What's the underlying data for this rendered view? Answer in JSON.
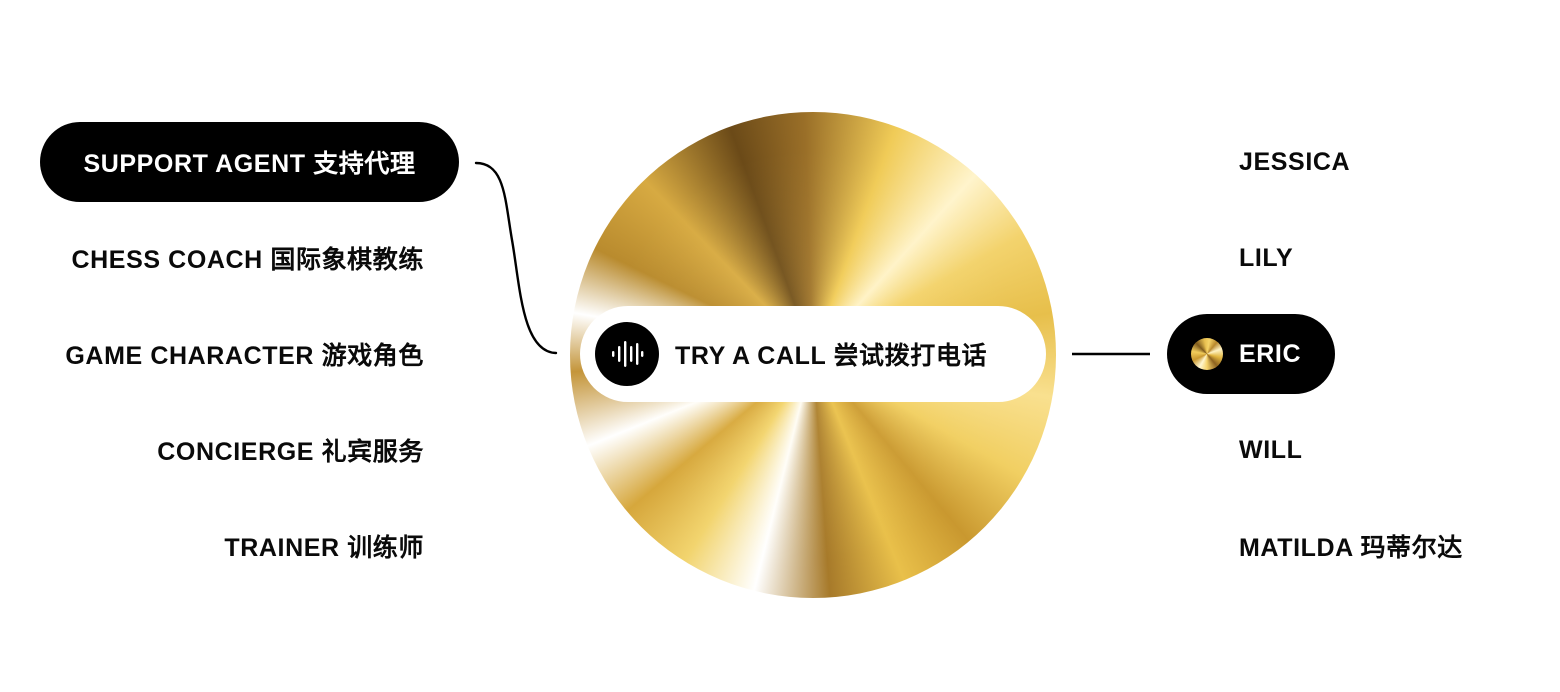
{
  "use_cases": {
    "items": [
      {
        "label": "SUPPORT AGENT 支持代理",
        "active": true
      },
      {
        "label": "CHESS COACH 国际象棋教练",
        "active": false
      },
      {
        "label": "GAME CHARACTER 游戏角色",
        "active": false
      },
      {
        "label": "CONCIERGE 礼宾服务",
        "active": false
      },
      {
        "label": "TRAINER 训练师",
        "active": false
      }
    ],
    "selected": "SUPPORT AGENT 支持代理"
  },
  "center": {
    "cta_label": "TRY A CALL 尝试拨打电话",
    "cta_icon": "sound-wave-icon",
    "disc_colors": [
      "#6b4a18",
      "#9a6f28",
      "#f0cb57",
      "#fff4cc",
      "#e7bf4b",
      "#c9982f"
    ]
  },
  "voices": {
    "items": [
      {
        "label": "JESSICA",
        "active": false
      },
      {
        "label": "LILY",
        "active": false
      },
      {
        "label": "ERIC",
        "active": true,
        "icon": "gold-disc-icon"
      },
      {
        "label": "WILL",
        "active": false
      },
      {
        "label": "MATILDA 玛蒂尔达",
        "active": false
      }
    ],
    "selected": "ERIC"
  },
  "colors": {
    "pill_active_bg": "#000000",
    "pill_active_text": "#ffffff",
    "text": "#0a0a0a",
    "background": "#ffffff",
    "gold": "#e7bf4b"
  }
}
